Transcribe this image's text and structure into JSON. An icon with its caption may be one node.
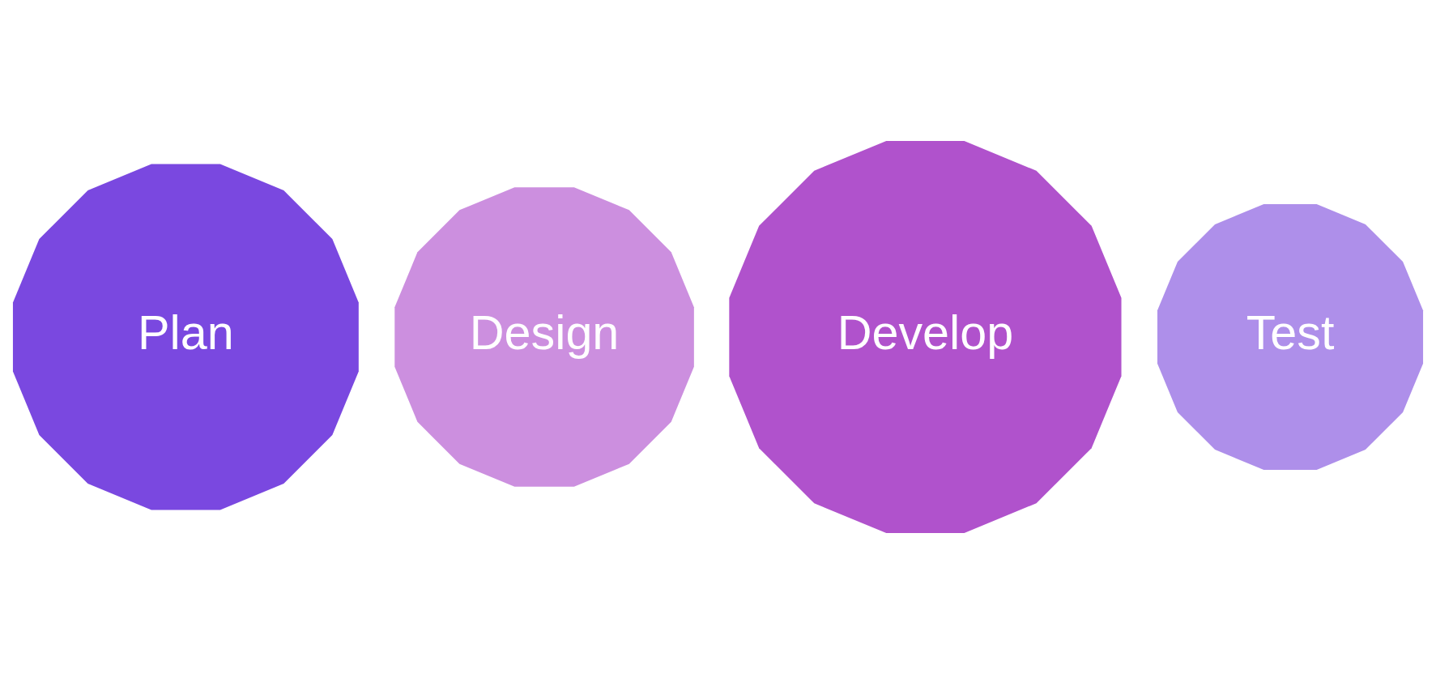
{
  "diagram": {
    "nodes": [
      {
        "text": [
          "Plan"
        ]
      },
      {
        "text": [
          "Design"
        ]
      },
      {
        "text": [
          "Develop"
        ]
      },
      {
        "text": [
          "Test"
        ]
      }
    ]
  }
}
